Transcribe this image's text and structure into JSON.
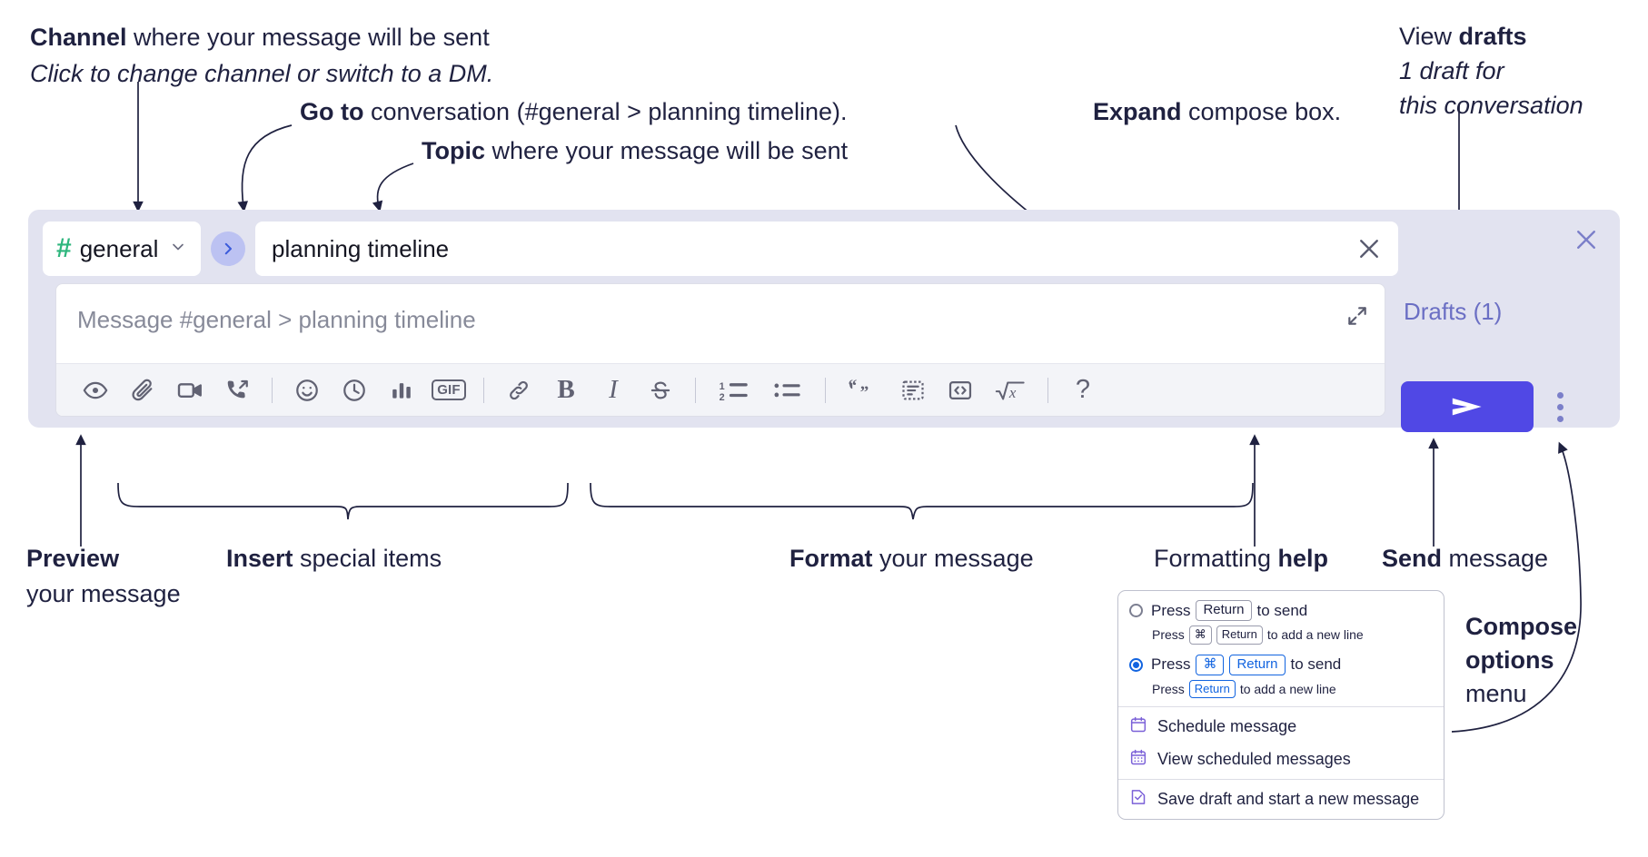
{
  "annotations": {
    "channel": {
      "bold": "Channel",
      "rest": " where your message will be sent",
      "italic": "Click to change channel or switch to a DM."
    },
    "goto": {
      "bold": "Go to",
      "rest": " conversation (#general > planning timeline)."
    },
    "topic": {
      "bold": "Topic",
      "rest": " where your message will be sent"
    },
    "expand": {
      "bold": "Expand",
      "rest": " compose box."
    },
    "drafts": {
      "plain": "View ",
      "bold": "drafts",
      "italic1": "1 draft for",
      "italic2": "this conversation"
    },
    "preview": {
      "bold": "Preview",
      "rest": "your message"
    },
    "insert": {
      "bold": "Insert",
      "rest": " special items"
    },
    "format": {
      "bold": "Format",
      "rest": " your message"
    },
    "formatting_help": {
      "plain": "Formatting ",
      "bold": "help"
    },
    "send": {
      "bold": "Send",
      "rest": " message"
    },
    "compose_options": {
      "bold1": "Compose",
      "bold2": "options",
      "rest": "menu"
    }
  },
  "compose": {
    "channel_name": "general",
    "hash_glyph": "#",
    "topic_value": "planning timeline",
    "message_placeholder": "Message #general > planning timeline",
    "drafts_label": "Drafts (1)",
    "toolbar": [
      {
        "name": "preview-icon",
        "label": "Preview"
      },
      {
        "name": "attachment-icon",
        "label": "Attach file"
      },
      {
        "name": "video-icon",
        "label": "Record video clip"
      },
      {
        "name": "audio-call-icon",
        "label": "Record audio clip"
      },
      {
        "name": "separator",
        "label": ""
      },
      {
        "name": "emoji-icon",
        "label": "Emoji"
      },
      {
        "name": "clock-icon",
        "label": "Reminder"
      },
      {
        "name": "poll-icon",
        "label": "Poll"
      },
      {
        "name": "gif-icon",
        "label": "GIF"
      },
      {
        "name": "separator",
        "label": ""
      },
      {
        "name": "link-icon",
        "label": "Link"
      },
      {
        "name": "bold-icon",
        "label": "B"
      },
      {
        "name": "italic-icon",
        "label": "I"
      },
      {
        "name": "strikethrough-icon",
        "label": "Strikethrough"
      },
      {
        "name": "separator",
        "label": ""
      },
      {
        "name": "ordered-list-icon",
        "label": "Ordered list"
      },
      {
        "name": "bulleted-list-icon",
        "label": "Bulleted list"
      },
      {
        "name": "separator",
        "label": ""
      },
      {
        "name": "blockquote-icon",
        "label": "Blockquote"
      },
      {
        "name": "code-block-icon",
        "label": "Code block"
      },
      {
        "name": "inline-code-icon",
        "label": "Code"
      },
      {
        "name": "latex-icon",
        "label": "Math"
      },
      {
        "name": "separator",
        "label": ""
      },
      {
        "name": "help-icon",
        "label": "?"
      }
    ]
  },
  "options_menu": {
    "send_options": [
      {
        "selected": false,
        "main_prefix": "Press",
        "main_key": "Return",
        "main_suffix": "to send",
        "sub_prefix": "Press",
        "sub_key1": "⌘",
        "sub_key2": "Return",
        "sub_suffix": "to add a new line"
      },
      {
        "selected": true,
        "main_prefix": "Press",
        "main_key1": "⌘",
        "main_key2": "Return",
        "main_suffix": "to send",
        "sub_prefix": "Press",
        "sub_key": "Return",
        "sub_suffix": "to add a new line"
      }
    ],
    "items": [
      {
        "icon": "calendar-clock-icon",
        "label": "Schedule message"
      },
      {
        "icon": "calendar-grid-icon",
        "label": "View scheduled messages"
      },
      {
        "icon": "save-draft-icon",
        "label": "Save draft and start a new message"
      }
    ]
  },
  "colors": {
    "panel_bg": "#E2E3F0",
    "send_button": "#5048E5",
    "hash_green": "#2EB67D",
    "goto_blue": "#3B5BDB",
    "drafts_purple": "#6B6FC4",
    "radio_blue": "#1264E0",
    "menu_icon_purple": "#7B61D8"
  }
}
